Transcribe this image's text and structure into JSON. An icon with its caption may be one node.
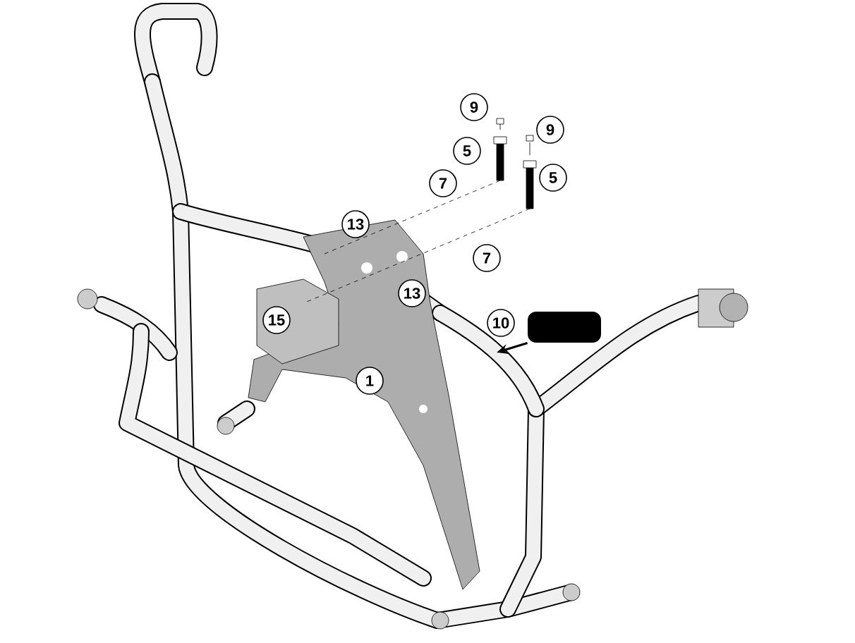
{
  "diagram": {
    "nodes": [
      {
        "text": [],
        "shape": "box"
      },
      {
        "text": [],
        "shape": "picture"
      }
    ],
    "edges": [
      {
        "from": 0,
        "to": 1,
        "arrow": "to"
      }
    ],
    "labels": [
      "9",
      "9",
      "5",
      "5",
      "7",
      "13",
      "7",
      "10",
      "13",
      "15",
      "1"
    ]
  }
}
